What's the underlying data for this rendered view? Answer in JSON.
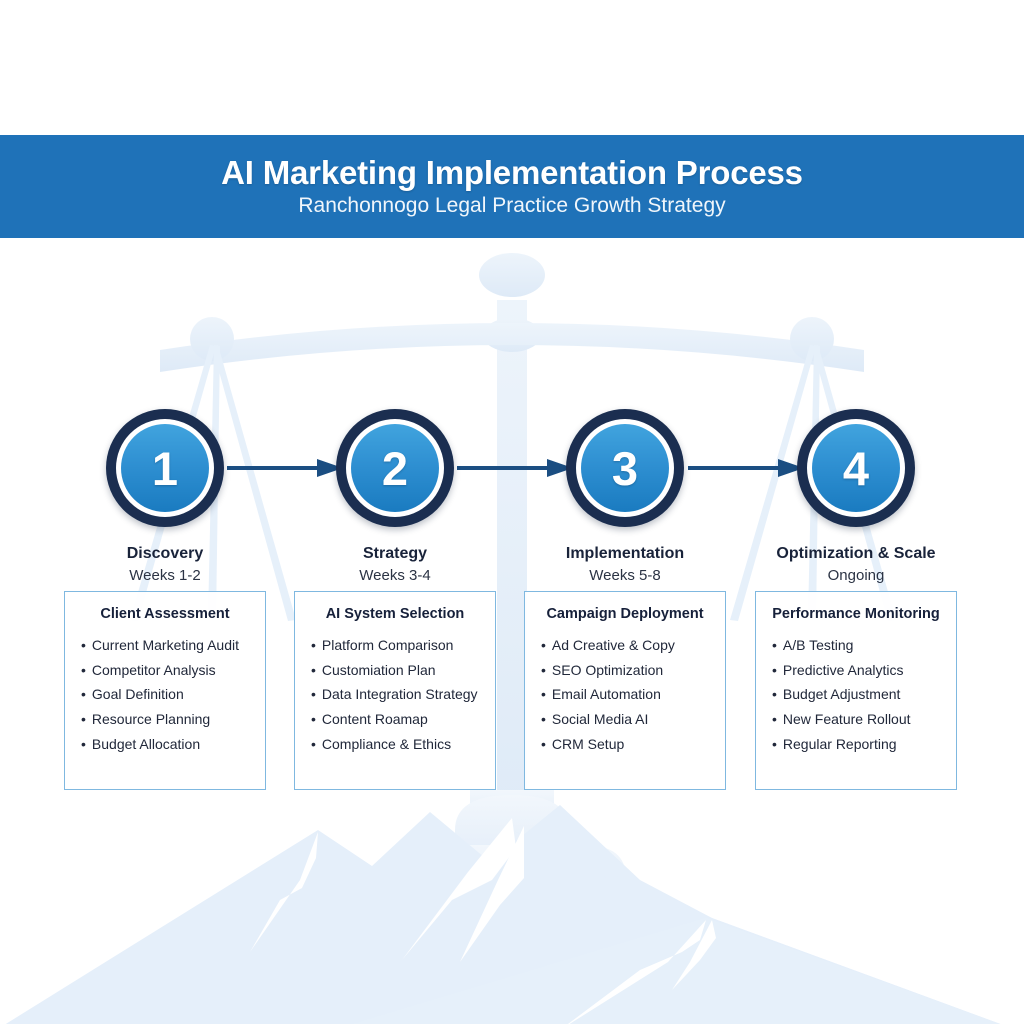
{
  "header": {
    "title": "AI Marketing Implementation Process",
    "subtitle": "Ranchonnogo Legal Practice Growth Strategy",
    "band_color": "#1F72B8",
    "title_color": "#FFFFFF"
  },
  "theme": {
    "accent_blue": "#1F72B8",
    "circle_ring": "#1B2E50",
    "circle_fill_top": "#41A4DE",
    "circle_fill_bottom": "#1A7BC0",
    "arrow_color": "#1B4E82",
    "card_border": "#7FB8E0",
    "watermark_color": "#E4EEF8",
    "page_background": "#FFFFFF"
  },
  "background": {
    "watermark_icon": "scales-of-justice-and-mountain-watermark"
  },
  "steps": [
    {
      "number": "1",
      "title": "Discovery",
      "duration": "Weeks 1-2",
      "card": {
        "title": "Client Assessment",
        "items": [
          "Current Marketing Audit",
          "Competitor Analysis",
          "Goal Definition",
          "Resource Planning",
          "Budget Allocation"
        ]
      }
    },
    {
      "number": "2",
      "title": "Strategy",
      "duration": "Weeks 3-4",
      "card": {
        "title": "AI System Selection",
        "items": [
          "Platform Comparison",
          "Customiation Plan",
          "Data Integration Strategy",
          "Content Roamap",
          "Compliance & Ethics"
        ]
      }
    },
    {
      "number": "3",
      "title": "Implementation",
      "duration": "Weeks 5-8",
      "card": {
        "title": "Campaign Deployment",
        "items": [
          "Ad Creative & Copy",
          "SEO Optimization",
          "Email Automation",
          "Social Media AI",
          "CRM Setup"
        ]
      }
    },
    {
      "number": "4",
      "title": "Optimization & Scale",
      "duration": "Ongoing",
      "card": {
        "title": "Performance Monitoring",
        "items": [
          "A/B Testing",
          "Predictive Analytics",
          "Budget Adjustment",
          "New Feature Rollout",
          "Regular Reporting"
        ]
      }
    }
  ],
  "connectors": [
    {
      "name": "arrow-step-1-to-2"
    },
    {
      "name": "arrow-step-2-to-3"
    },
    {
      "name": "arrow-step-3-to-4"
    }
  ],
  "bullet_glyph": "•"
}
